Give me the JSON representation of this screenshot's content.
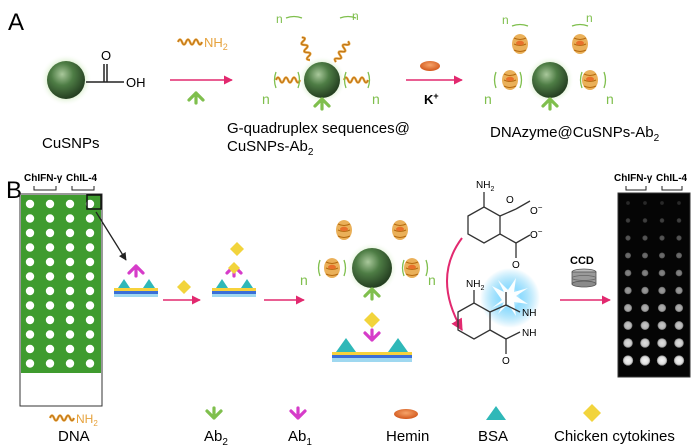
{
  "panels": {
    "a": "A",
    "b": "B"
  },
  "panel_a": {
    "cusnps_label": "CuSNPs",
    "carboxyl": {
      "o": "O",
      "oh": "OH"
    },
    "nh2": "NH",
    "nh2_sub": "2",
    "n": "n",
    "k_plus": "K",
    "k_plus_sup": "+",
    "gq_label_line1": "G-quadruplex sequences@",
    "gq_label_line2": "CuSNPs-Ab",
    "gq_label_line2_sub": "2",
    "dnazyme_label": "DNAzyme@CuSNPs-Ab",
    "dnazyme_label_sub": "2"
  },
  "panel_b": {
    "chip_label_1": "ChIFN-γ",
    "chip_label_2": "ChIL-4",
    "out_label_1": "ChIFN-γ",
    "out_label_2": "ChIL-4",
    "ccd": "CCD",
    "nh2": "NH",
    "nh2_sub": "2",
    "o": "O",
    "o_minus": "O",
    "minus": "−",
    "nh": "NH",
    "n": "n"
  },
  "legend": {
    "dna": "DNA",
    "ab2": "Ab",
    "ab2_sub": "2",
    "ab1": "Ab",
    "ab1_sub": "1",
    "hemin": "Hemin",
    "bsa": "BSA",
    "cytokines": "Chicken cytokines",
    "nh2": "NH",
    "nh2_sub": "2"
  },
  "colors": {
    "nanoparticle": "#3f6b37",
    "chip_green": "#3f9b2f",
    "arrow_pink": "#e2296f",
    "dna_orange": "#e6a23c",
    "ab2_green": "#7fbf4d",
    "ab1_magenta": "#d63cc9",
    "hemin": "#e8712b",
    "bsa": "#2fb8b8",
    "cytokine": "#f2d43c",
    "glow": "#5fc8f5"
  },
  "icons": [
    "nanoparticle-icon",
    "dna-strand-icon",
    "antibody-icon",
    "hemin-icon",
    "bsa-triangle-icon",
    "cytokine-diamond-icon",
    "ccd-camera-icon",
    "arrow-icon"
  ]
}
